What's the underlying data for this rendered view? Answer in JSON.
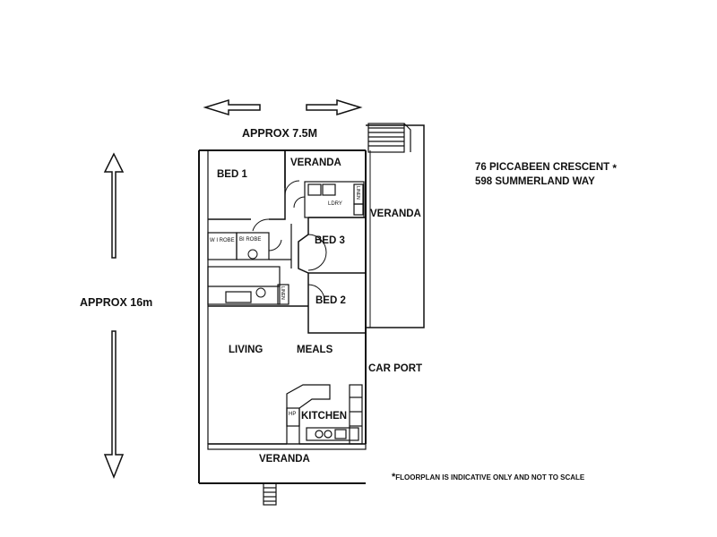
{
  "dimensions": {
    "width_label": "APPROX 7.5M",
    "height_label": "APPROX 16m"
  },
  "address": {
    "line1": "76 PICCABEEN CRESCENT",
    "line1_mark": "*",
    "line2": "598 SUMMERLAND WAY"
  },
  "rooms": {
    "bed1": "BED 1",
    "bed2": "BED 2",
    "bed3": "BED 3",
    "veranda_top": "VERANDA",
    "veranda_side": "VERANDA",
    "veranda_bottom": "VERANDA",
    "living": "LIVING",
    "meals": "MEALS",
    "kitchen": "KITCHEN",
    "car_port": "CAR PORT",
    "ldry": "LDRY",
    "wi_robe": "W I ROBE",
    "bi_robe": "BI ROBE",
    "hp": "HP",
    "linen1": "LINEN",
    "linen2": "LINEN"
  },
  "disclaimer": {
    "mark": "*",
    "text": "FLOORPLAN IS INDICATIVE ONLY AND NOT TO SCALE"
  }
}
